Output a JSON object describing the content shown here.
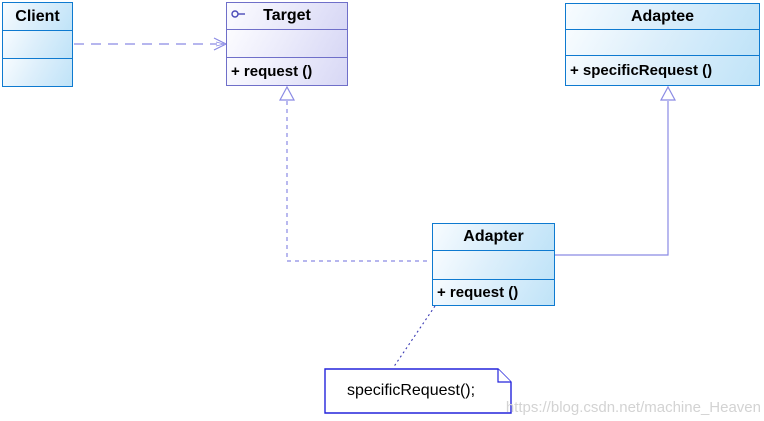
{
  "diagram": {
    "classes": [
      {
        "name": "Client",
        "methods": []
      },
      {
        "name": "Target",
        "icon": "interface-key-icon",
        "methods": [
          "+ request ()"
        ]
      },
      {
        "name": "Adaptee",
        "methods": [
          "+ specificRequest ()"
        ]
      },
      {
        "name": "Adapter",
        "methods": [
          "+ request ()"
        ]
      }
    ],
    "note": {
      "text": "specificRequest();"
    },
    "relationships": [
      {
        "type": "dependency",
        "from": "Client",
        "to": "Target",
        "line": "dashed",
        "arrowhead": "open"
      },
      {
        "type": "realization",
        "from": "Adapter",
        "to": "Target",
        "line": "dashed",
        "arrowhead": "hollow-triangle"
      },
      {
        "type": "generalization",
        "from": "Adapter",
        "to": "Adaptee",
        "line": "solid",
        "arrowhead": "hollow-triangle"
      },
      {
        "type": "note-anchor",
        "from": "Adapter",
        "to": "note",
        "line": "dotted"
      }
    ]
  },
  "watermark": {
    "text": "https://blog.csdn.net/machine_Heaven"
  },
  "colors": {
    "class_border": "#0E7AD0",
    "class_fill_light": "#F8FCFF",
    "class_fill_dark": "#BFE3F8",
    "interface_border": "#6F6FC9",
    "interface_fill_light": "#FCFCFF",
    "interface_fill_dark": "#D7D7F5",
    "connector": "#8A8AE4",
    "note_border": "#2424DC",
    "note_anchor": "#3B3BB4",
    "watermark": "#D3D3D3"
  }
}
